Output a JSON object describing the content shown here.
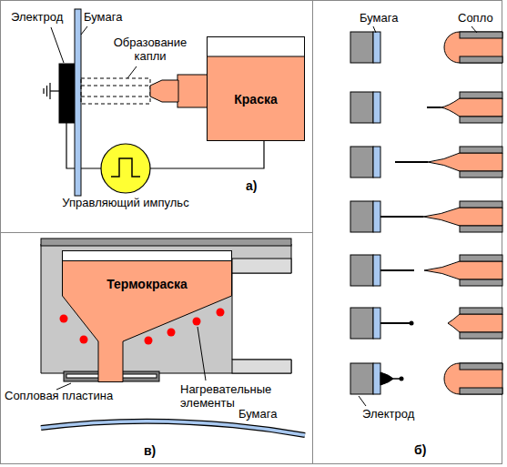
{
  "diagram": {
    "nodes": [
      {
        "text": [
          "Краска"
        ]
      },
      {
        "text": [
          "Термокраска"
        ]
      }
    ],
    "labels": [
      "Электрод",
      "Бумага",
      "Образование капли",
      "Управляющий импульс",
      "а)",
      "Бумага",
      "Сопло",
      "Электрод",
      "б)",
      "Сопловая пластина",
      "Нагревательные элементы",
      "Бумага",
      "в)"
    ]
  }
}
